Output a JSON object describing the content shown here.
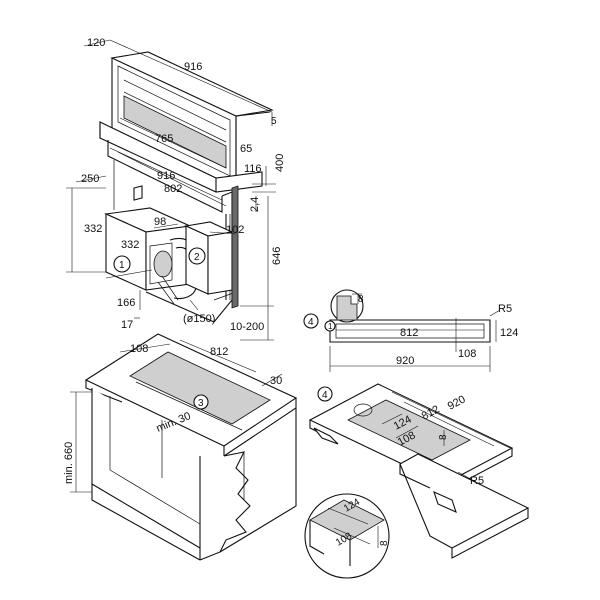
{
  "unit_view": {
    "dim_120": "120",
    "dim_916_top": "916",
    "dim_5": "5",
    "dim_765": "765",
    "dim_65": "65",
    "dim_400": "400",
    "dim_116": "116",
    "dim_916_mid": "916",
    "dim_802": "802",
    "dim_250": "250",
    "dim_2_4": "2,4",
    "dim_332_side": "332",
    "dim_98": "98",
    "dim_332_bottom": "332",
    "dim_102": "102",
    "dim_646": "646",
    "dim_166": "166",
    "dim_17": "17",
    "dim_150": "(ø150)",
    "dim_10_200": "10-200",
    "callout_1": "1",
    "callout_2": "2"
  },
  "cabinet_view": {
    "dim_108": "108",
    "dim_812": "812",
    "dim_30": "30",
    "label_min30": "min. 30",
    "callout_3": "3",
    "label_min660": "min. 660"
  },
  "cutout_front": {
    "callout_4": "4",
    "callout_1": "1",
    "dim_8": "8",
    "dim_r5": "R5",
    "dim_812": "812",
    "dim_124": "124",
    "dim_108": "108",
    "dim_920": "920"
  },
  "cutout_iso": {
    "callout_4": "4",
    "dim_920": "920",
    "dim_812": "812",
    "dim_124": "124",
    "dim_108": "108",
    "dim_8": "8",
    "dim_r5": "R5"
  },
  "detail_view": {
    "dim_124": "124",
    "dim_108": "108",
    "dim_8": "8"
  }
}
